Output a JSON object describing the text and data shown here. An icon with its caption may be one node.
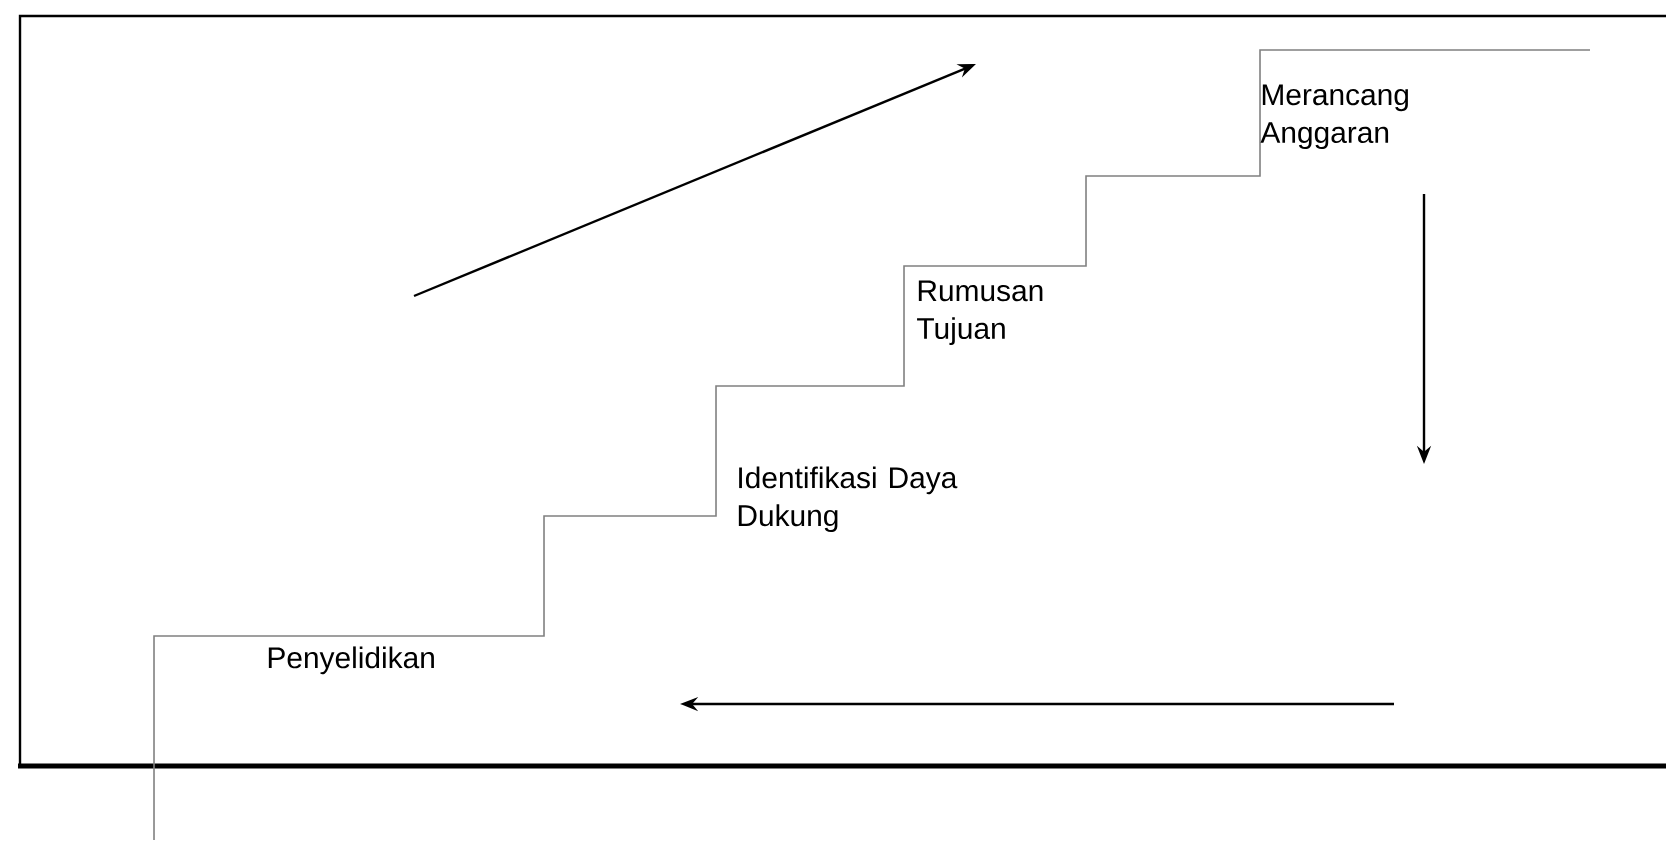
{
  "diagram": {
    "labels": [
      "Merancang Anggaran",
      "Rumusan Tujuan",
      "Identifikasi Daya Dukung",
      "Penyelidikan"
    ]
  }
}
